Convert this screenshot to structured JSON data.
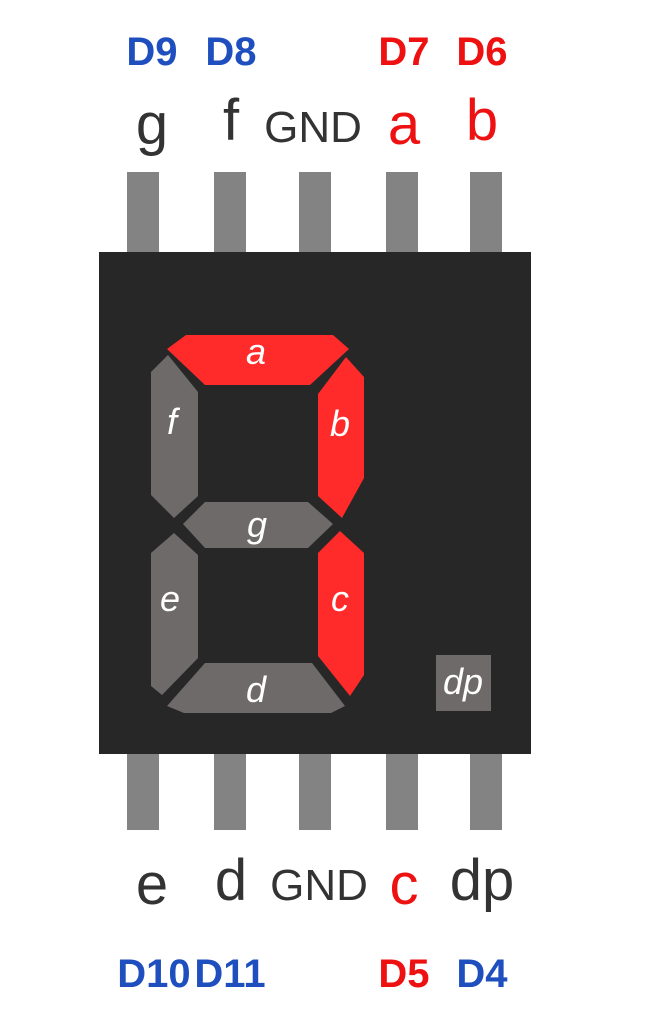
{
  "colors": {
    "on": "#ff2a2a",
    "off": "#6e6a6a",
    "label_on": "#ee1111",
    "label_off": "#333333",
    "digital_on": "#ee1111",
    "digital_off": "#1f4fbf"
  },
  "top_pins": [
    {
      "digital": "D9",
      "segment": "g",
      "on": false
    },
    {
      "digital": "D8",
      "segment": "f",
      "on": false
    },
    {
      "digital": "",
      "segment": "GND",
      "on": false
    },
    {
      "digital": "D7",
      "segment": "a",
      "on": true
    },
    {
      "digital": "D6",
      "segment": "b",
      "on": true
    }
  ],
  "bottom_pins": [
    {
      "digital": "D10",
      "segment": "e",
      "on": false
    },
    {
      "digital": "D11",
      "segment": "d",
      "on": false
    },
    {
      "digital": "",
      "segment": "GND",
      "on": false
    },
    {
      "digital": "D5",
      "segment": "c",
      "on": true
    },
    {
      "digital": "D4",
      "segment": "dp",
      "on": false
    }
  ],
  "segments": {
    "a": {
      "label": "a",
      "on": true
    },
    "b": {
      "label": "b",
      "on": true
    },
    "c": {
      "label": "c",
      "on": true
    },
    "d": {
      "label": "d",
      "on": false
    },
    "e": {
      "label": "e",
      "on": false
    },
    "f": {
      "label": "f",
      "on": false
    },
    "g": {
      "label": "g",
      "on": false
    },
    "dp": {
      "label": "dp",
      "on": false
    }
  }
}
